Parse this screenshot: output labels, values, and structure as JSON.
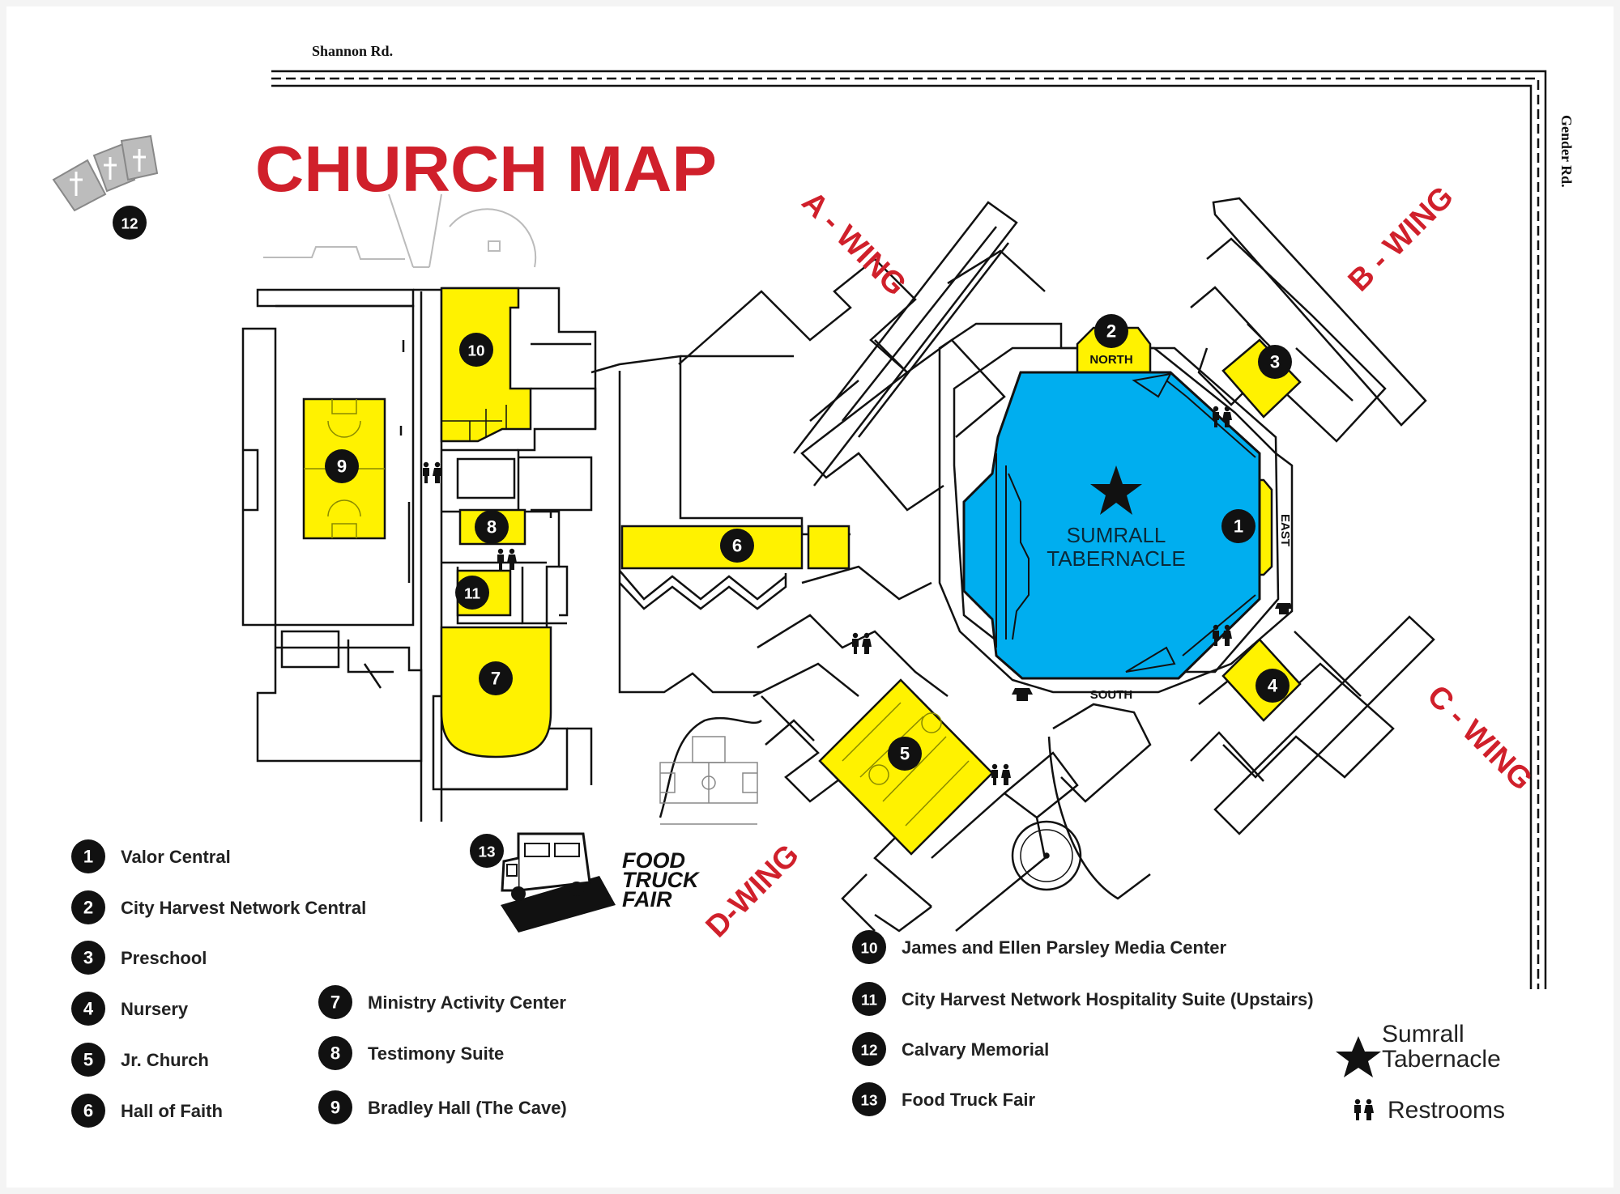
{
  "title": "CHURCH MAP",
  "roads": {
    "north": "Shannon Rd.",
    "east": "Gender Rd."
  },
  "wings": {
    "a": "A - WING",
    "b": "B - WING",
    "c": "C - WING",
    "d": "D-WING"
  },
  "tabernacle": {
    "line1": "SUMRALL",
    "line2": "TABERNACLE"
  },
  "directions": {
    "north": "NORTH",
    "east": "EAST",
    "south": "SOUTH"
  },
  "food_truck": {
    "number": "13",
    "line1": "FOOD",
    "line2": "TRUCK",
    "line3": "FAIR"
  },
  "markers": [
    "1",
    "2",
    "3",
    "4",
    "5",
    "6",
    "7",
    "8",
    "9",
    "10",
    "11",
    "12"
  ],
  "legend": [
    {
      "number": "1",
      "label": "Valor Central"
    },
    {
      "number": "2",
      "label": "City Harvest Network Central"
    },
    {
      "number": "3",
      "label": "Preschool"
    },
    {
      "number": "4",
      "label": "Nursery"
    },
    {
      "number": "5",
      "label": "Jr. Church"
    },
    {
      "number": "6",
      "label": "Hall of Faith"
    },
    {
      "number": "7",
      "label": "Ministry Activity Center"
    },
    {
      "number": "8",
      "label": "Testimony Suite"
    },
    {
      "number": "9",
      "label": "Bradley Hall (The Cave)"
    },
    {
      "number": "10",
      "label": "James and Ellen Parsley Media Center"
    },
    {
      "number": "11",
      "label": "City Harvest Network Hospitality Suite (Upstairs)"
    },
    {
      "number": "12",
      "label": "Calvary Memorial"
    },
    {
      "number": "13",
      "label": "Food Truck Fair"
    }
  ],
  "key": {
    "star_line1": "Sumrall",
    "star_line2": "Tabernacle",
    "restrooms": "Restrooms",
    "star_icon": "star-icon",
    "restroom_icon": "restroom-icon"
  },
  "colors": {
    "title": "#d0202b",
    "highlight": "#fff200",
    "sanctuary": "#00aeef",
    "outline": "#111111",
    "marker": "#111111"
  }
}
